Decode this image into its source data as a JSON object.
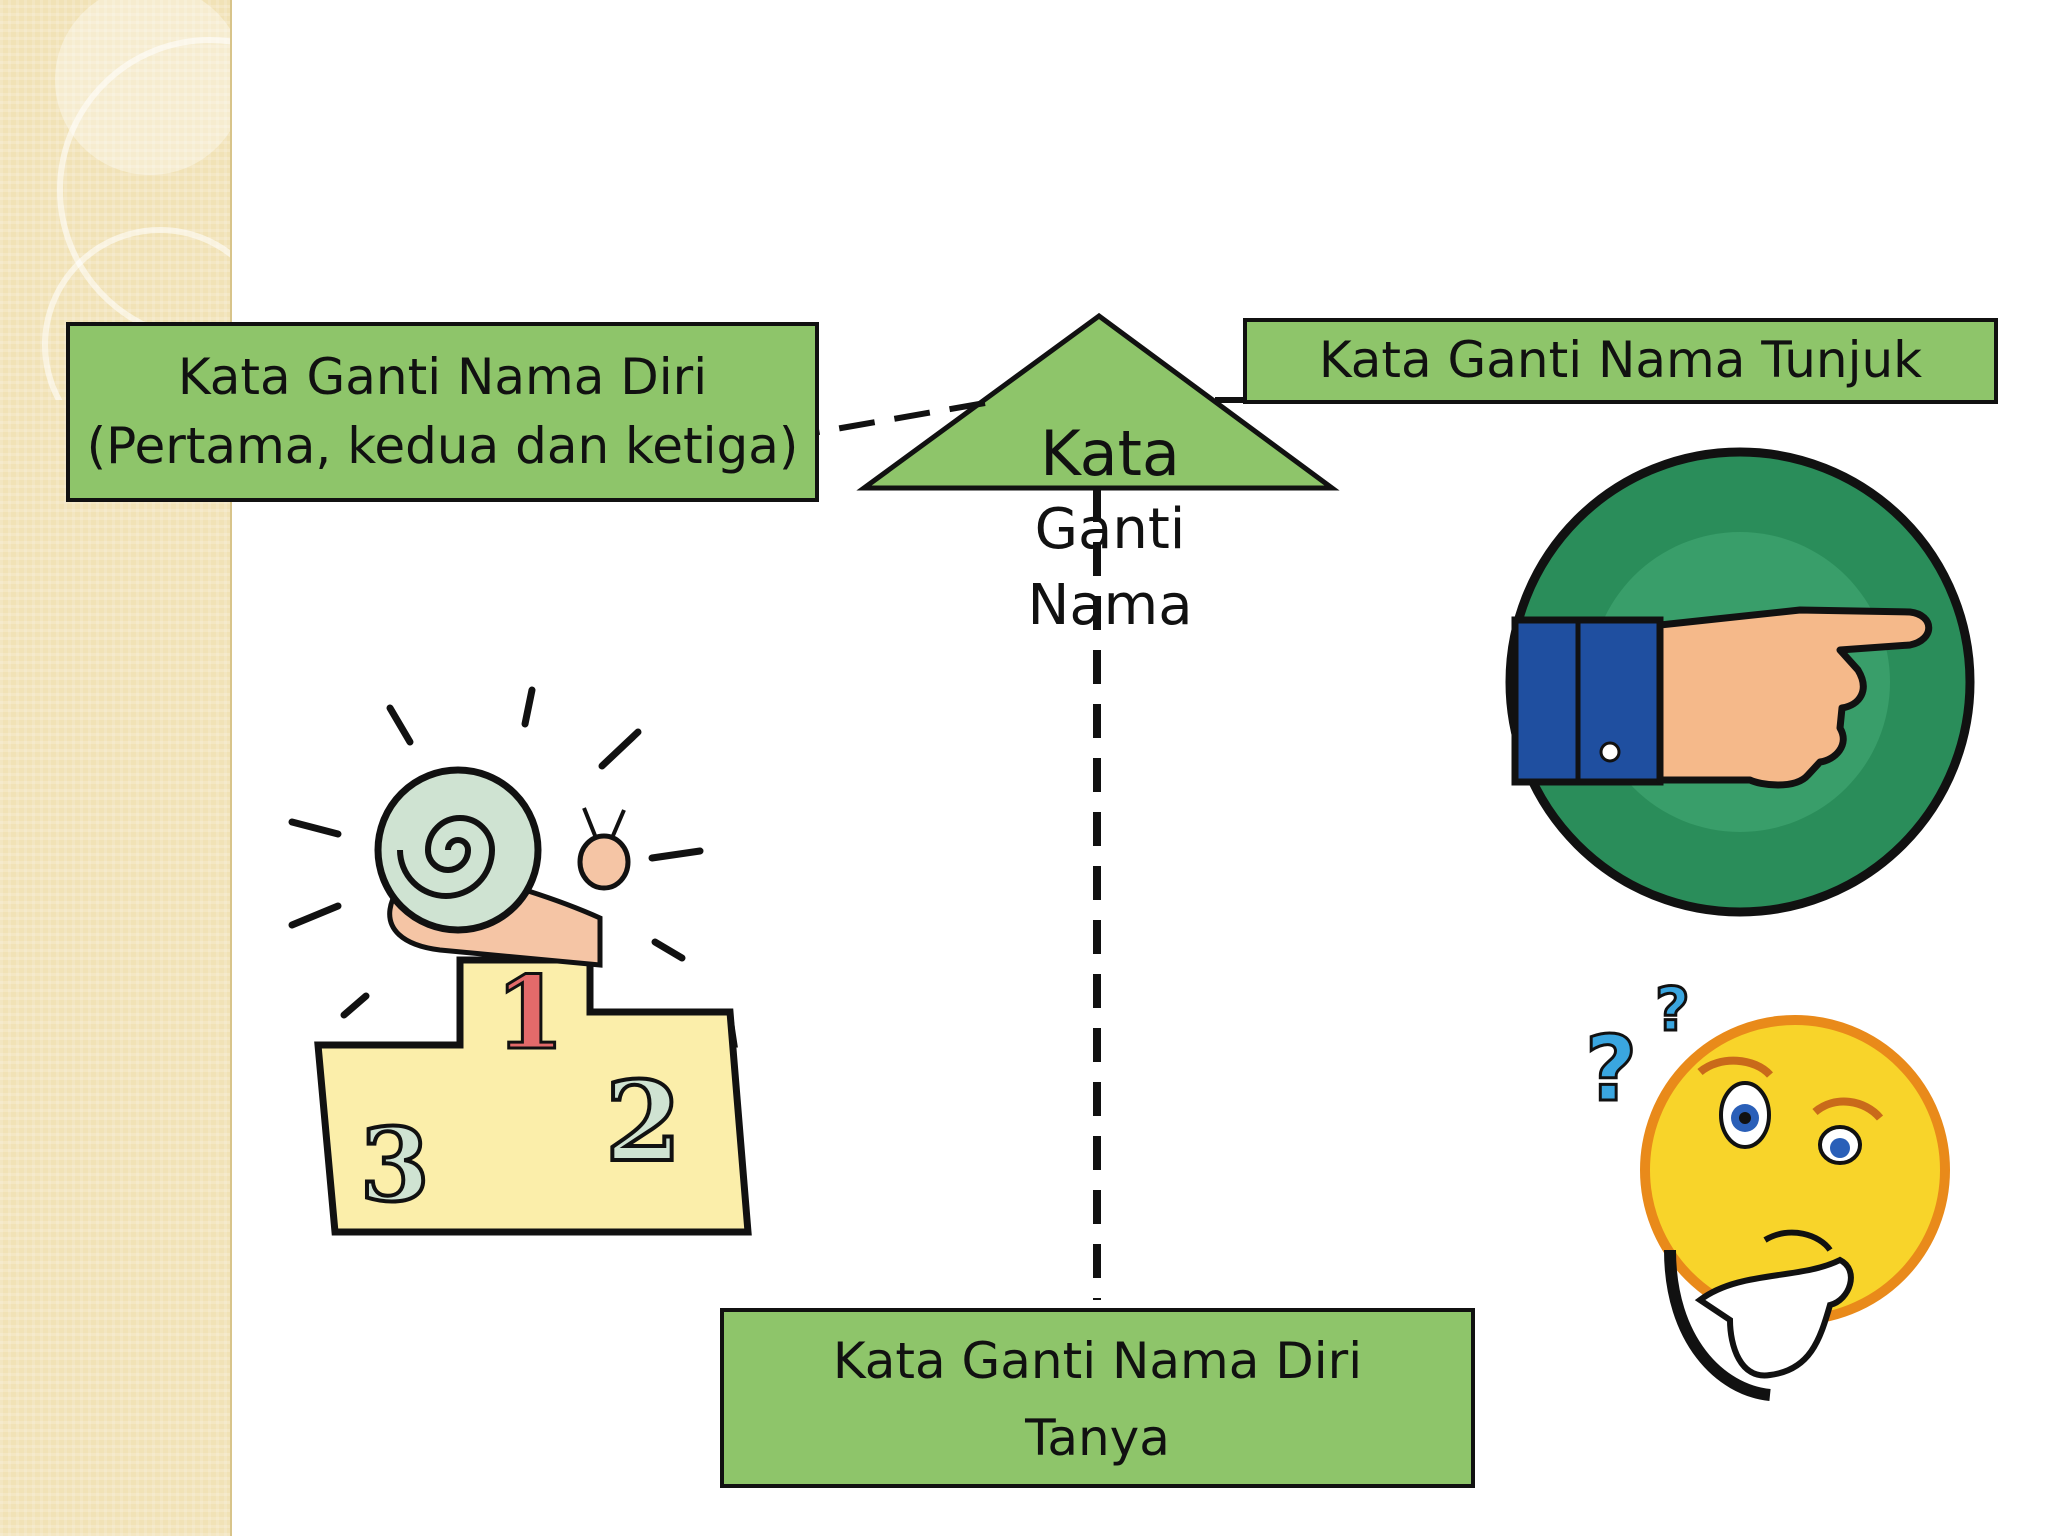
{
  "diagram": {
    "center": {
      "line1": "Kata",
      "line2": "Ganti",
      "line3": "Nama"
    },
    "left_box": {
      "line1": "Kata Ganti Nama Diri",
      "line2": "(Pertama, kedua dan ketiga)"
    },
    "right_box": {
      "line1": "Kata Ganti Nama Tunjuk"
    },
    "bottom_box": {
      "line1": "Kata Ganti Nama Diri",
      "line2": "Tanya"
    }
  },
  "colors": {
    "box_fill": "#8ec56a",
    "sidebar": "#f1e2b6",
    "outline": "#111111"
  },
  "icons": [
    "podium-snail-icon",
    "pointing-hand-icon",
    "thinking-smiley-icon"
  ]
}
